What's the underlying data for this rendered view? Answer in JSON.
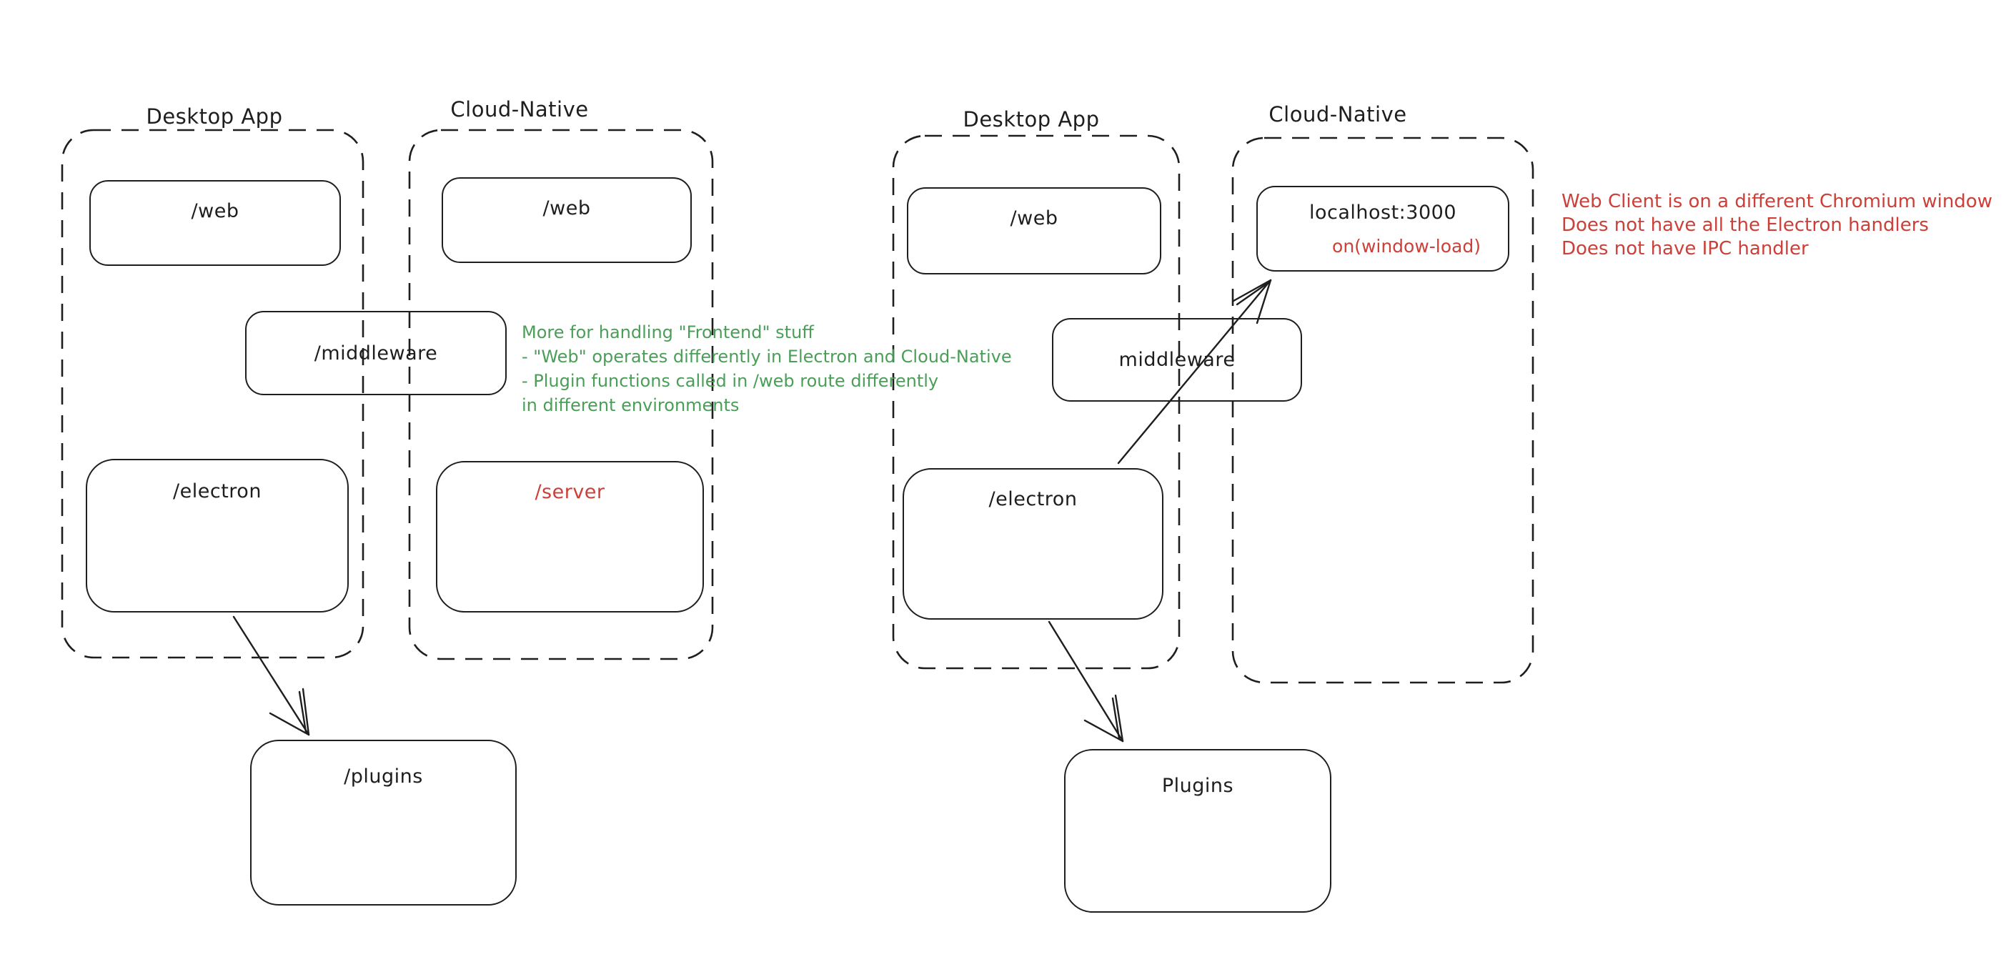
{
  "colors": {
    "ink": "#1e1e1e",
    "red": "#cb4038",
    "green": "#4a9e58",
    "background": "#ffffff"
  },
  "left_diagram": {
    "desktop_label": "Desktop App",
    "cloud_label": "Cloud-Native",
    "desktop_web": "/web",
    "cloud_web": "/web",
    "middleware": "/middleware",
    "electron": "/electron",
    "server": "/server",
    "plugins": "/plugins",
    "green_note_lines": [
      "More for handling \"Frontend\" stuff",
      "- \"Web\" operates differently in Electron and Cloud-Native",
      "- Plugin functions called in /web route differently",
      "in different environments"
    ]
  },
  "right_diagram": {
    "desktop_label": "Desktop App",
    "cloud_label": "Cloud-Native",
    "web": "/web",
    "localhost": "localhost:3000",
    "window_load": "on(window-load)",
    "middleware": "middleware",
    "electron": "/electron",
    "plugins": "Plugins",
    "red_note_lines": [
      "Web Client is on a different Chromium window",
      "Does not have all the Electron handlers",
      "Does not have IPC handler"
    ]
  }
}
